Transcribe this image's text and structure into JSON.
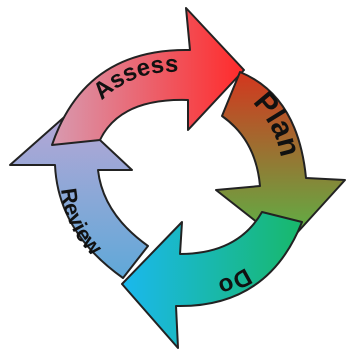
{
  "cycle": {
    "stages": [
      {
        "label": "Assess"
      },
      {
        "label": "Plan"
      },
      {
        "label": "Do"
      },
      {
        "label": "Review"
      }
    ]
  },
  "colors": {
    "assess_start": "#d89ab0",
    "assess_end": "#ff2a2a",
    "plan_start": "#d4361e",
    "plan_end": "#56b848",
    "do_start": "#18b86a",
    "do_end": "#1ab8ee",
    "review_start": "#b8a7d6",
    "review_end": "#5fa8d8",
    "outline": "#222222",
    "text": "#111111"
  }
}
